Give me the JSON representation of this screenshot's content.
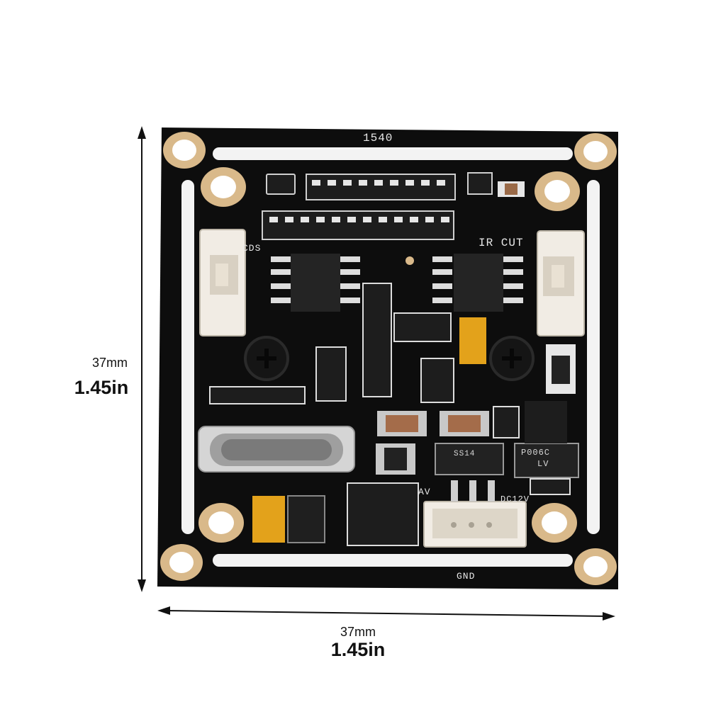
{
  "dimensions": {
    "vertical": {
      "mm": "37mm",
      "inch": "1.45in"
    },
    "horizontal": {
      "mm": "37mm",
      "inch": "1.45in"
    }
  },
  "board_labels": {
    "top_marking": "1540",
    "cds": "CDS",
    "ir_cut": "IR CUT",
    "av": "AV",
    "dc12v": "DC12V",
    "gnd": "GND",
    "diode": "SS14",
    "fuse_line1": "P006C",
    "fuse_line2": "LV"
  },
  "colors": {
    "pcb": "#0d0d0d",
    "pad_gold": "#d9b98a",
    "connector": "#f1ece4",
    "tantalum": "#e8a21c",
    "silk": "#e8e8e8"
  }
}
